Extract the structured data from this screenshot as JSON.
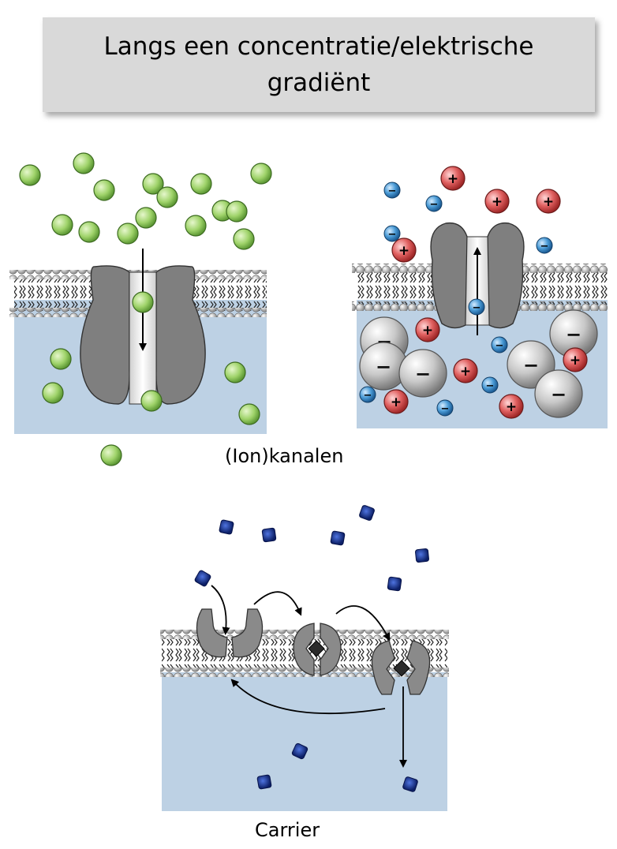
{
  "title": "Langs een concentratie/elektrische gradiënt",
  "captions": {
    "channels": "(Ion)kanalen",
    "carrier": "Carrier"
  },
  "colors": {
    "title_background": "#d9d9d9",
    "cytoplasm": "#bdd1e4",
    "protein": "#7f7f7f",
    "green_particle": "#9fd36a",
    "positive_ion": "#e06060",
    "negative_ion": "#4a9bd6",
    "carrier_substrate": "#1f3ea0"
  },
  "symbols": {
    "positive": "+",
    "negative": "−"
  }
}
